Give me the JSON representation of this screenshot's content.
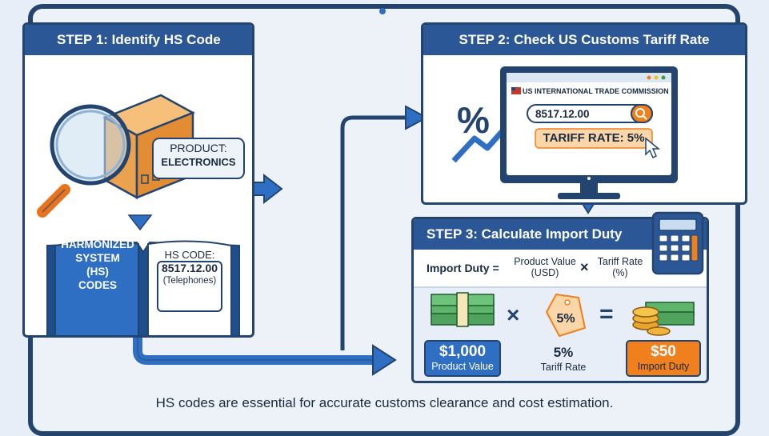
{
  "step1": {
    "title": "STEP 1: Identify HS Code",
    "product_label": "PRODUCT:",
    "product_value": "ELECTRONICS",
    "book_left": [
      "HARMONIZED",
      "SYSTEM",
      "(HS)",
      "CODES"
    ],
    "hs_label": "HS CODE:",
    "hs_code": "8517.12.00",
    "hs_desc": "(Telephones)"
  },
  "step2": {
    "title": "STEP 2: Check US Customs Tariff Rate",
    "site_name": "US INTERNATIONAL TRADE COMMISSION",
    "search_value": "8517.12.00",
    "tariff_result": "TARIFF RATE: 5%",
    "percent_symbol": "%"
  },
  "step3": {
    "title": "STEP 3: Calculate Import Duty",
    "formula_lhs": "Import Duty =",
    "formula_term1_line1": "Product Value",
    "formula_term1_line2": "(USD)",
    "formula_op": "×",
    "formula_term2_line1": "Tariff Rate",
    "formula_term2_line2": "(%)",
    "tag_rate": "5%",
    "times_symbol": "×",
    "equals_symbol": "=",
    "product_value_amount": "$1,000",
    "product_value_label": "Product Value",
    "tariff_rate_amount": "5%",
    "tariff_rate_label": "Tariff Rate",
    "duty_amount": "$50",
    "duty_label": "Import Duty"
  },
  "footer": "HS codes are essential for accurate customs clearance and cost estimation.",
  "colors": {
    "navy": "#23446f",
    "header_blue": "#2c5797",
    "accent_blue": "#2f6fc3",
    "orange": "#f07f1e",
    "light_orange": "#fbd6a8",
    "money_green": "#3f9b4f"
  }
}
